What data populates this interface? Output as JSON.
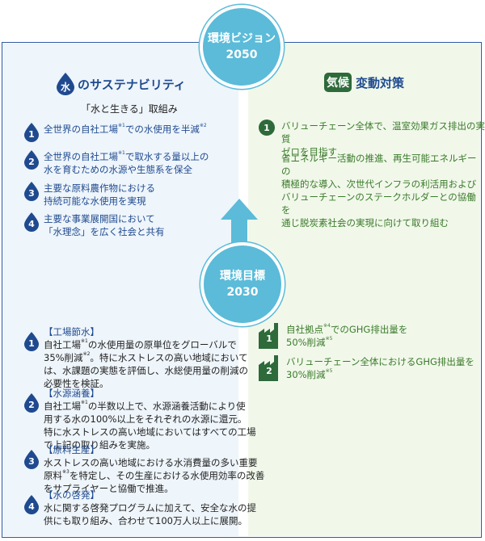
{
  "vision": {
    "line1": "環境ビジョン",
    "line2": "2050"
  },
  "target": {
    "line1": "環境目標",
    "line2": "2030"
  },
  "water": {
    "icon_char": "水",
    "title": "のサステナビリティ",
    "subtitle": "「水と生きる」取組み",
    "vision_items": [
      {
        "num": "1",
        "lines": [
          "全世界の自社工場",
          "※1",
          "での水使用を半減",
          "※2"
        ]
      },
      {
        "num": "2",
        "line1a": "全世界の自社工場",
        "sup": "※1",
        "line1b": "で取水する量以上の",
        "line2": "水を育むための水源や生態系を保全"
      },
      {
        "num": "3",
        "line1": "主要な原料農作物における",
        "line2": "持続可能な水使用を実現"
      },
      {
        "num": "4",
        "line1": "主要な事業展開国において",
        "line2": "「水理念」を広く社会と共有"
      }
    ],
    "target_items": [
      {
        "num": "1",
        "title": "【工場節水】",
        "l1a": "自社工場",
        "s1": "※1",
        "l1b": "の水使用量の原単位をグローバルで",
        "l2a": "35%削減",
        "s2": "※2",
        "l2b": "。特に水ストレスの高い地域において",
        "l3": "は、水課題の実態を評価し、水総使用量の削減の",
        "l4": "必要性を検証。"
      },
      {
        "num": "2",
        "title": "【水源涵養】",
        "l1a": "自社工場",
        "s1": "※1",
        "l1b": "の半数以上で、水源涵養活動により使",
        "l2": "用する水の100%以上をそれぞれの水源に還元。",
        "l3": "特に水ストレスの高い地域においてはすべての工場",
        "l4": "で上記の取り組みを実施。"
      },
      {
        "num": "3",
        "title": "【原料生産】",
        "l1": "水ストレスの高い地域における水消費量の多い重要",
        "l2a": "原料",
        "s2": "※3",
        "l2b": "を特定し、その生産における水使用効率の改善",
        "l3": "をサプライヤーと協働で推進。"
      },
      {
        "num": "4",
        "title": "【水の啓発】",
        "l1": "水に関する啓発プログラムに加えて、安全な水の提",
        "l2": "供にも取り組み、合わせて100万人以上に展開。"
      }
    ]
  },
  "climate": {
    "badge": "気候",
    "title": "変動対策",
    "vision_item": {
      "num": "1",
      "line1": "バリューチェーン全体で、温室効果ガス排出の実質",
      "line2": "ゼロを目指す"
    },
    "vision_body": [
      "省エネルギー活動の推進、再生可能エネルギーの",
      "積極的な導入、次世代インフラの利活用および",
      "バリューチェーンのステークホルダーとの協働を",
      "通じ脱炭素社会の実現に向けて取り組む"
    ],
    "target_items": [
      {
        "num": "1",
        "l1a": "自社拠点",
        "s1": "※4",
        "l1b": "でのGHG排出量を",
        "l2a": "50%削減",
        "s2": "※5"
      },
      {
        "num": "2",
        "l1": "バリューチェーン全体におけるGHG排出量を",
        "l2a": "30%削減",
        "s2": "※5"
      }
    ]
  },
  "colors": {
    "water": "#1f4a8f",
    "climate": "#3a7a2a",
    "circle": "#5bbbd9",
    "frame": "#2c5aa0"
  }
}
